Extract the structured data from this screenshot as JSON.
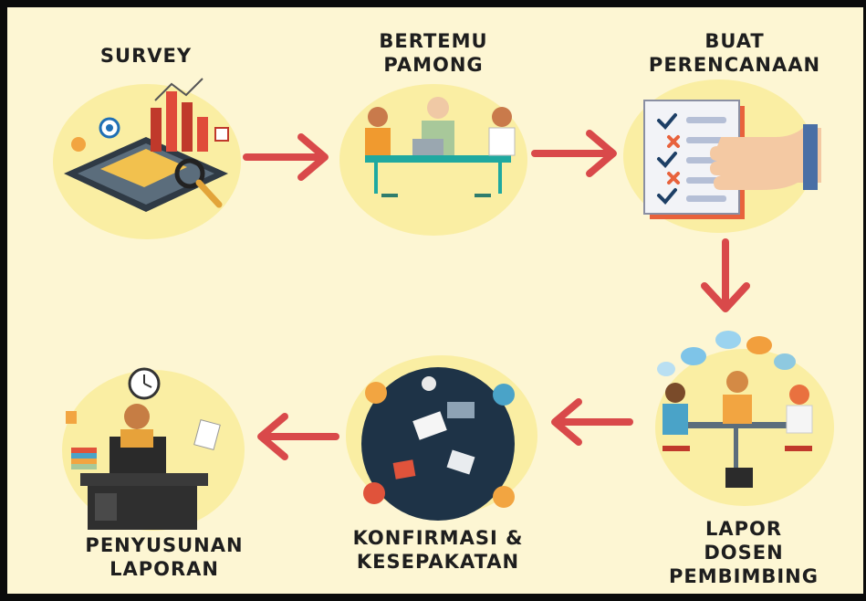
{
  "steps": [
    {
      "label": "SURVEY"
    },
    {
      "label": "BERTEMU\nPAMONG"
    },
    {
      "label": "BUAT\nPERENCANAAN"
    },
    {
      "label": "LAPOR\nDOSEN\nPEMBIMBING"
    },
    {
      "label": "KONFIRMASI &\nKESEPAKATAN"
    },
    {
      "label": "PENYUSUNAN\nLAPORAN"
    }
  ],
  "colors": {
    "background": "#fdf6d3",
    "circle": "#faeea3",
    "arrow": "#d9494a",
    "text": "#1e1e1e"
  },
  "icons": [
    "survey-illustration",
    "meeting-illustration",
    "checklist-plan-illustration",
    "consultation-illustration",
    "discussion-table-illustration",
    "report-writing-illustration"
  ]
}
